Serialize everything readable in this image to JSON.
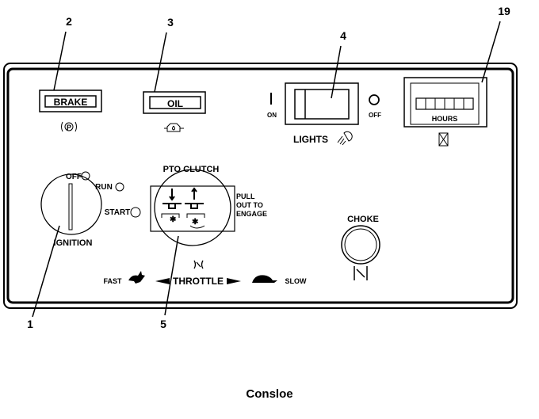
{
  "callouts": {
    "ignition": "1",
    "brake": "2",
    "oil": "3",
    "lights": "4",
    "pto": "5",
    "hours": "19"
  },
  "brake": {
    "label": "BRAKE",
    "icon": "parking-brake-icon"
  },
  "oil": {
    "label": "OIL",
    "icon": "oil-pressure-icon"
  },
  "lights": {
    "on": "ON",
    "off": "OFF",
    "label": "LIGHTS",
    "icon": "headlight-icon"
  },
  "hours": {
    "label": "HOURS",
    "icon": "hourglass-icon"
  },
  "ignition": {
    "label": "IGNITION",
    "off": "OFF",
    "run": "RUN",
    "start": "START"
  },
  "pto": {
    "label": "PTO CLUTCH",
    "instruction_1": "PULL",
    "instruction_2": "OUT TO",
    "instruction_3": "ENGAGE"
  },
  "choke": {
    "label": "CHOKE",
    "icon": "choke-icon"
  },
  "throttle": {
    "label": "THROTTLE",
    "fast": "FAST",
    "slow": "SLOW",
    "fast_icon": "rabbit-icon",
    "slow_icon": "turtle-icon"
  },
  "caption": "Consloe"
}
